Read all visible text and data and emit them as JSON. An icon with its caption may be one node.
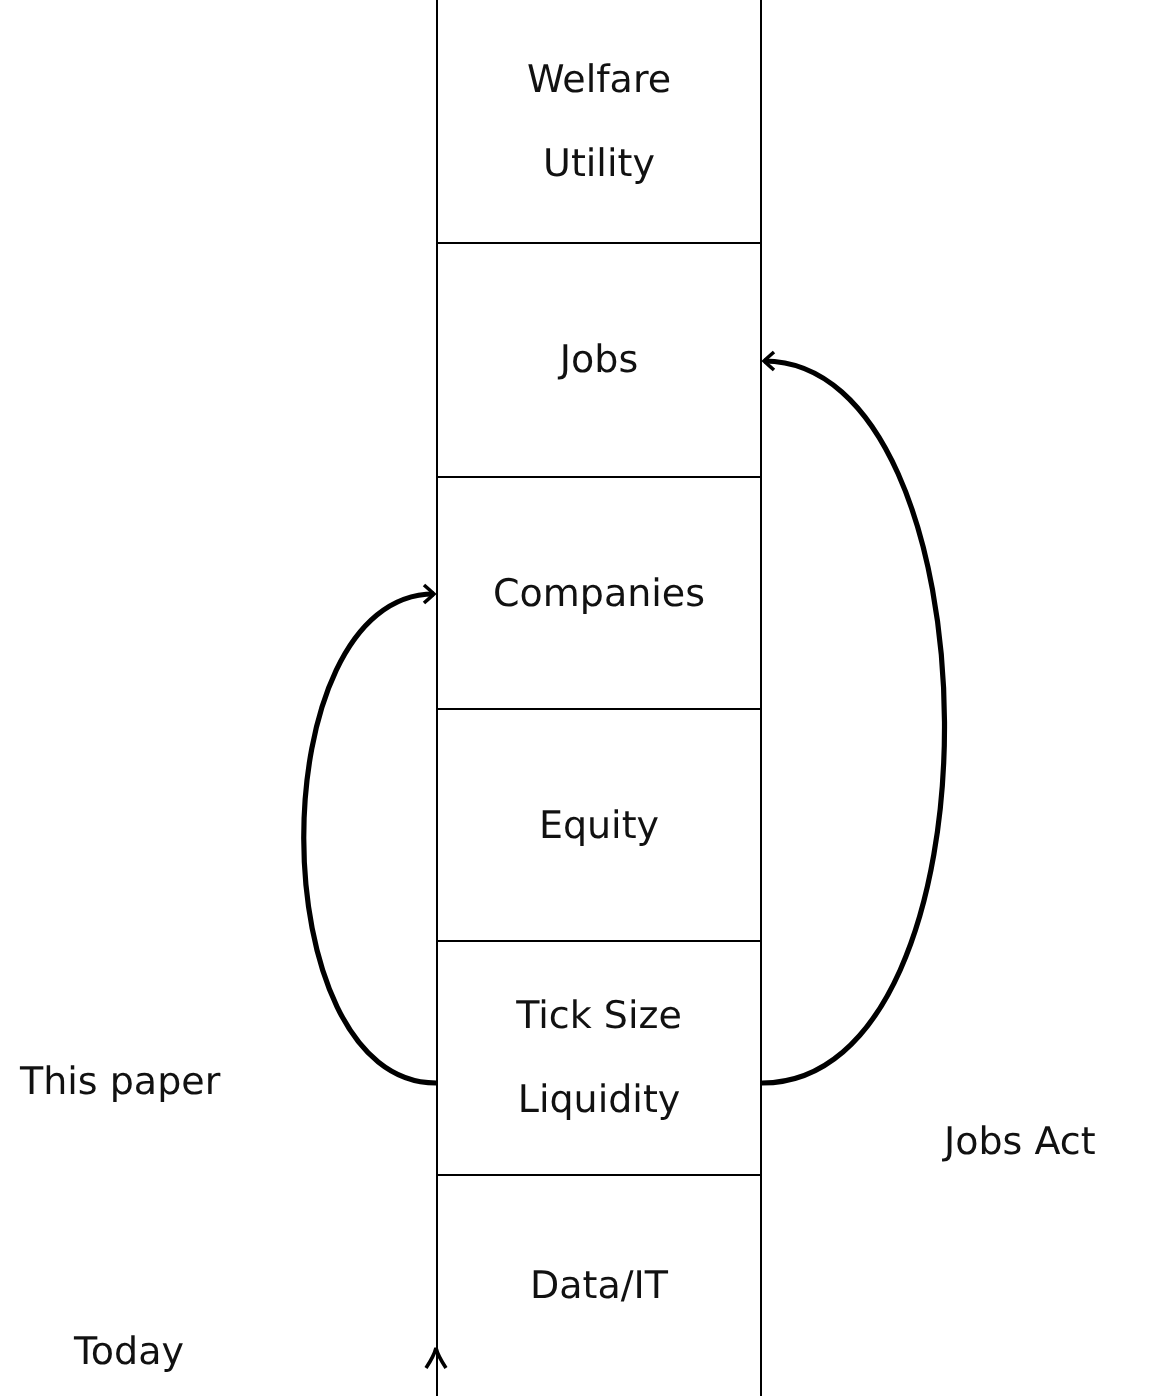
{
  "diagram": {
    "nodes": [
      {
        "text": [
          "Welfare Utility"
        ]
      },
      {
        "text": [
          "Jobs"
        ]
      },
      {
        "text": [
          "Companies"
        ]
      },
      {
        "text": [
          "Equity"
        ]
      },
      {
        "text": [
          "Tick Size Liquidity"
        ]
      },
      {
        "text": [
          "Data/IT"
        ]
      }
    ],
    "edges": [
      {
        "from": 4,
        "to": 2,
        "arrow": "to",
        "label": "This paper"
      },
      {
        "from": 4,
        "to": 1,
        "arrow": "to",
        "label": "Jobs Act"
      }
    ],
    "labels": [
      "Today"
    ]
  }
}
